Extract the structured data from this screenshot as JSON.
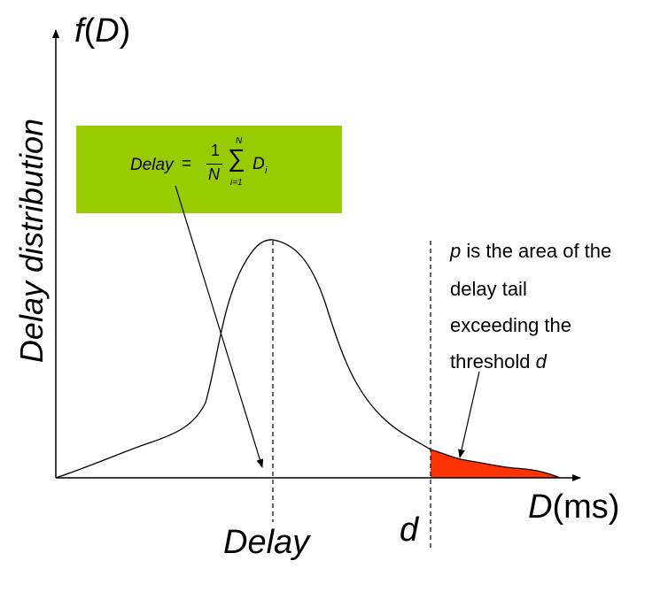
{
  "axes": {
    "y_label_fn": "f",
    "y_label_var": "D",
    "y_axis_title": "Delay distribution",
    "x_label_var": "D",
    "x_label_unit": "(ms)"
  },
  "markers": {
    "mean_label": "Delay",
    "threshold_label": "d"
  },
  "formula": {
    "lhs": "Delay",
    "equals": "=",
    "numerator": "1",
    "denominator": "N",
    "sum_symbol": "∑",
    "sum_upper": "N",
    "sum_lower": "i=1",
    "term": "D",
    "term_sub": "i"
  },
  "annotation": {
    "line1_var": "p",
    "line1_rest": " is the area of the",
    "line2": "delay tail",
    "line3": "exceeding the",
    "line4_text": "threshold ",
    "line4_var": "d"
  },
  "colors": {
    "formula_box": "#99CC00",
    "tail_fill": "#FF3300",
    "stroke": "#000000"
  }
}
